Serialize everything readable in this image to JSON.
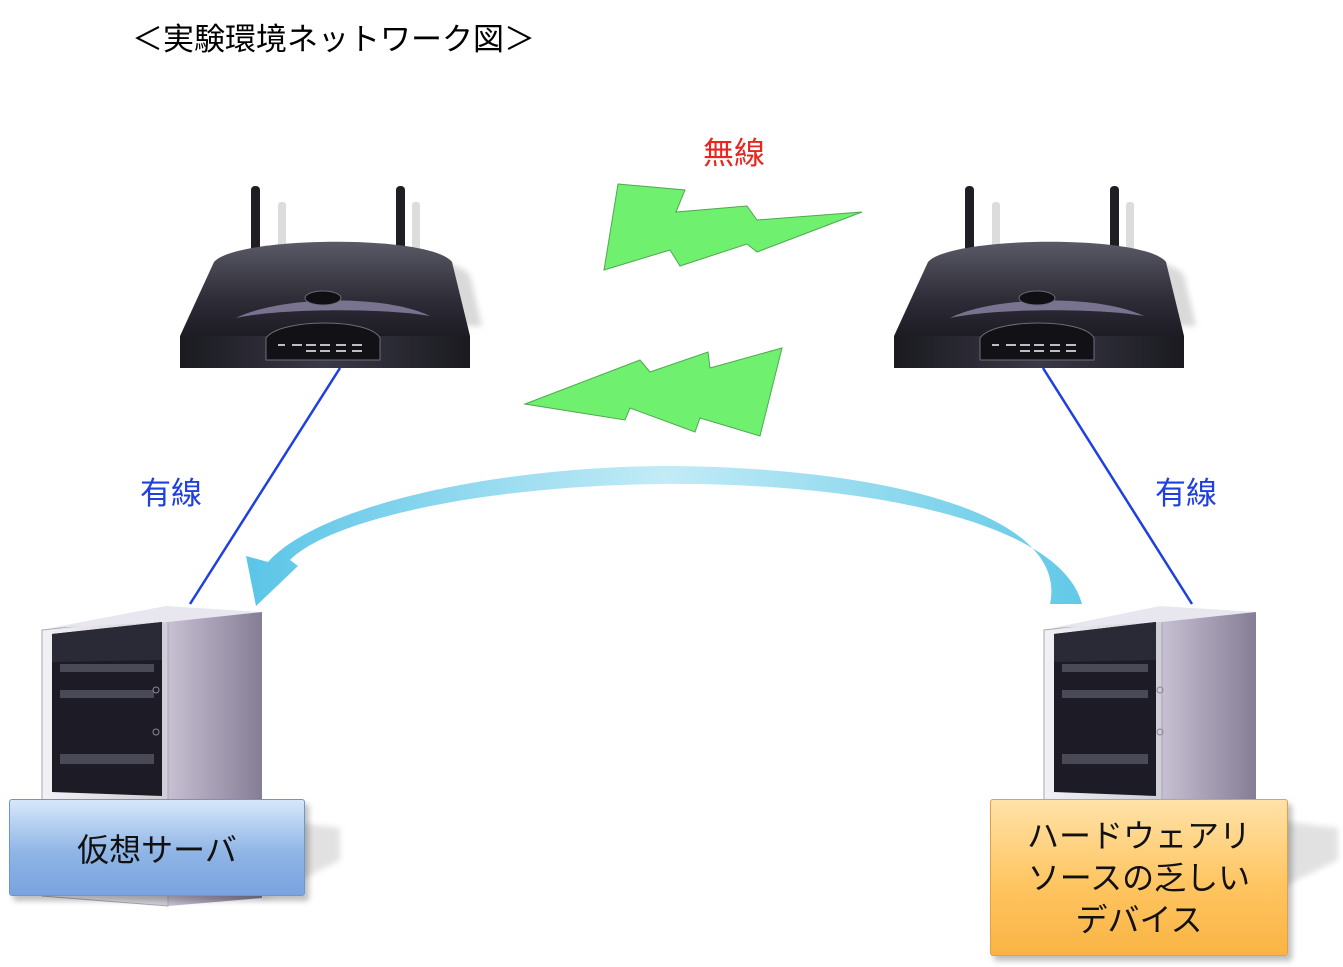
{
  "title": "＜実験環境ネットワーク図＞",
  "labels": {
    "wireless": "無線",
    "wired_left": "有線",
    "wired_right": "有線"
  },
  "nodes": {
    "virtual_server": "仮想サーバ",
    "device_lines": [
      "ハードウェアリ",
      "ソースの乏しい",
      "デバイス"
    ]
  },
  "colors": {
    "wireless_label": "#e8251e",
    "wired_label": "#1f3fe0",
    "wired_line": "#1f3fe0",
    "lightning": "#6ff06f",
    "arrow": "#59c6e6",
    "virtual_server_box": "#8fb5e6",
    "device_box": "#ffc561"
  },
  "icons": [
    "router-icon",
    "server-icon",
    "lightning-icon",
    "curved-arrow-icon"
  ]
}
